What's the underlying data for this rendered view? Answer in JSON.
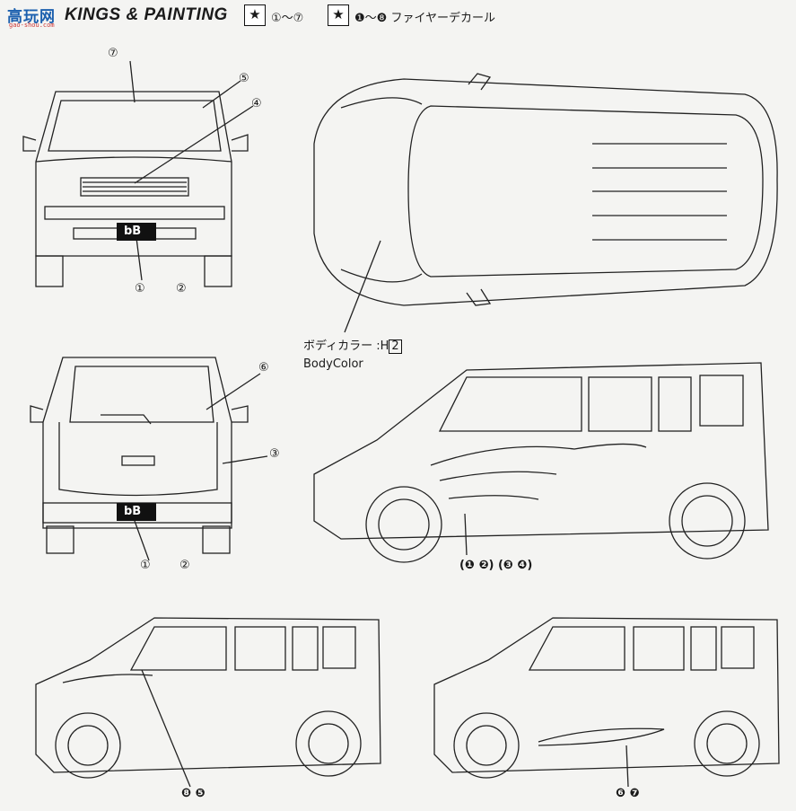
{
  "header": {
    "watermark_text": "高玩网",
    "watermark_sub": "gao-shou.com",
    "title": "KINGS & PAINTING",
    "star_symbol": "★",
    "range_a": "①～⑦",
    "range_b": "❶～❽ ファイヤーデカール"
  },
  "callouts": {
    "front_7": "⑦",
    "front_5": "⑤",
    "front_4": "④",
    "front_plate": "①",
    "front_plate_2": "②",
    "rear_6": "⑥",
    "rear_3": "③",
    "rear_plate": "①",
    "rear_plate_2": "②",
    "side_flame": "(❶ ❷) (❸ ❹)",
    "side2": "❽ ❺",
    "side3": "❻ ❼"
  },
  "body_color": {
    "label": "ボディカラー :H",
    "code": "2",
    "english": "BodyColor"
  },
  "plate_text": "bB",
  "colors": {
    "ink": "#1a1a1a",
    "paper": "#f4f4f2",
    "watermark": "#1b5fae"
  }
}
